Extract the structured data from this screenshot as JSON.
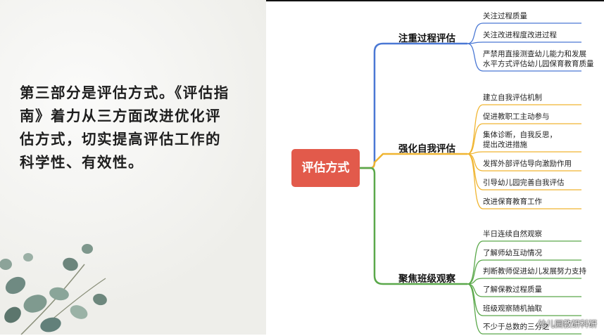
{
  "intro": {
    "text": "第三部分是评估方式。《评估指南》着力从三方面改进优化评估方式，切实提高评估工作的科学性、有效性。"
  },
  "mindmap": {
    "root": "评估方式",
    "branches": [
      {
        "label": "注重过程评估",
        "color": "#4a78d4",
        "items": [
          "关注过程质量",
          "关注改进程度改进过程",
          "严禁用直接测查幼儿能力和发展\n水平方式评估幼儿园保育教育质量"
        ]
      },
      {
        "label": "强化自我评估",
        "color": "#f0b531",
        "items": [
          "建立自我评估机制",
          "促进教职工主动参与",
          "集体诊断，自我反思，\n提出改进措施",
          "发挥外部评估导向激励作用",
          "引导幼儿园完善自我评估",
          "改进保育教育工作"
        ]
      },
      {
        "label": "聚焦班级观察",
        "color": "#5aa84a",
        "items": [
          "半日连续自然观察",
          "了解师幼互动情况",
          "判断教师促进幼儿发展努力支持",
          "了解保教过程质量",
          "班级观察随机抽取",
          "不少于总数的三分之"
        ]
      }
    ]
  },
  "watermark": {
    "text": "幼儿园教研科研"
  }
}
